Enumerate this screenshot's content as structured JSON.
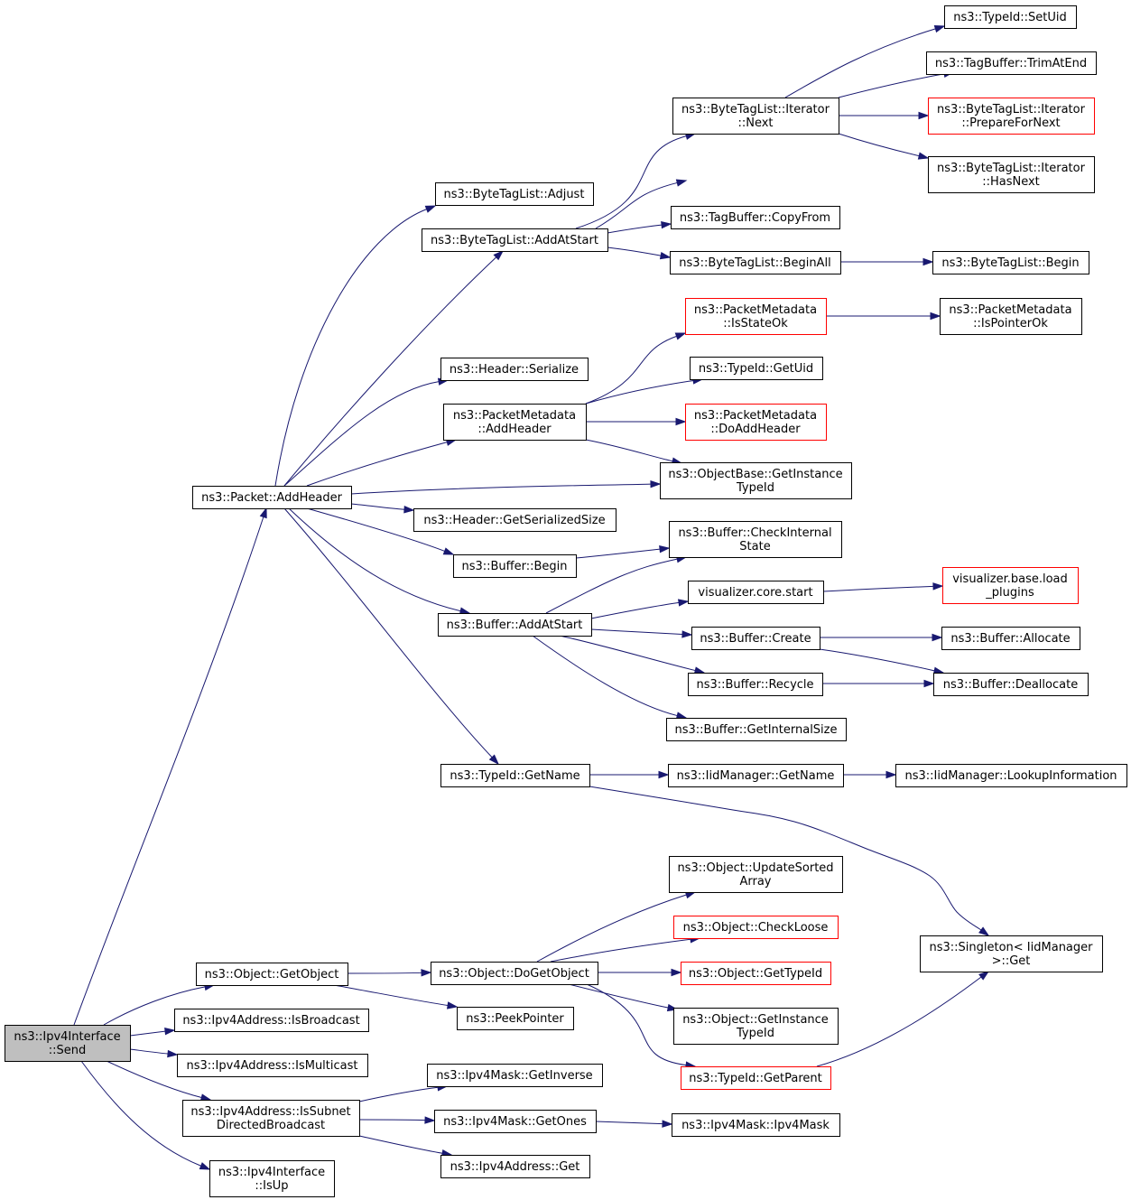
{
  "colors": {
    "edge": "#191970",
    "node_border": "#000000",
    "node_border_truncated": "#ff0000",
    "node_fill": "#ffffff",
    "root_fill": "#bfbfbf"
  },
  "nodes": {
    "send": {
      "lines": [
        "ns3::Ipv4Interface",
        "::Send"
      ],
      "root": true
    },
    "addheader": {
      "lines": [
        "ns3::Packet::AddHeader"
      ]
    },
    "getobject": {
      "lines": [
        "ns3::Object::GetObject"
      ]
    },
    "isbroadcast": {
      "lines": [
        "ns3::Ipv4Address::IsBroadcast"
      ]
    },
    "ismulticast": {
      "lines": [
        "ns3::Ipv4Address::IsMulticast"
      ]
    },
    "issubnet": {
      "lines": [
        "ns3::Ipv4Address::IsSubnet",
        "DirectedBroadcast"
      ]
    },
    "isup": {
      "lines": [
        "ns3::Ipv4Interface",
        "::IsUp"
      ]
    },
    "btl_adjust": {
      "lines": [
        "ns3::ByteTagList::Adjust"
      ]
    },
    "btl_addatstart": {
      "lines": [
        "ns3::ByteTagList::AddAtStart"
      ]
    },
    "hdr_serialize": {
      "lines": [
        "ns3::Header::Serialize"
      ]
    },
    "pm_addheader": {
      "lines": [
        "ns3::PacketMetadata",
        "::AddHeader"
      ]
    },
    "hdr_getsize": {
      "lines": [
        "ns3::Header::GetSerializedSize"
      ]
    },
    "buf_begin": {
      "lines": [
        "ns3::Buffer::Begin"
      ]
    },
    "buf_addatstart": {
      "lines": [
        "ns3::Buffer::AddAtStart"
      ]
    },
    "tid_getname": {
      "lines": [
        "ns3::TypeId::GetName"
      ]
    },
    "btli_next": {
      "lines": [
        "ns3::ByteTagList::Iterator",
        "::Next"
      ]
    },
    "tb_copyfrom": {
      "lines": [
        "ns3::TagBuffer::CopyFrom"
      ]
    },
    "btl_beginall": {
      "lines": [
        "ns3::ByteTagList::BeginAll"
      ]
    },
    "tid_setuid": {
      "lines": [
        "ns3::TypeId::SetUid"
      ]
    },
    "tb_trimatend": {
      "lines": [
        "ns3::TagBuffer::TrimAtEnd"
      ]
    },
    "btli_prepare": {
      "lines": [
        "ns3::ByteTagList::Iterator",
        "::PrepareForNext"
      ],
      "truncated": true
    },
    "btli_hasnext": {
      "lines": [
        "ns3::ByteTagList::Iterator",
        "::HasNext"
      ]
    },
    "btl_begin": {
      "lines": [
        "ns3::ByteTagList::Begin"
      ]
    },
    "pm_isstateok": {
      "lines": [
        "ns3::PacketMetadata",
        "::IsStateOk"
      ],
      "truncated": true
    },
    "tid_getuid": {
      "lines": [
        "ns3::TypeId::GetUid"
      ]
    },
    "pm_doaddheader": {
      "lines": [
        "ns3::PacketMetadata",
        "::DoAddHeader"
      ],
      "truncated": true
    },
    "ob_getinstance": {
      "lines": [
        "ns3::ObjectBase::GetInstance",
        "TypeId"
      ]
    },
    "pm_ispointerok": {
      "lines": [
        "ns3::PacketMetadata",
        "::IsPointerOk"
      ]
    },
    "buf_checkstate": {
      "lines": [
        "ns3::Buffer::CheckInternal",
        "State"
      ]
    },
    "viz_start": {
      "lines": [
        "visualizer.core.start"
      ]
    },
    "buf_create": {
      "lines": [
        "ns3::Buffer::Create"
      ]
    },
    "buf_recycle": {
      "lines": [
        "ns3::Buffer::Recycle"
      ]
    },
    "buf_getsize": {
      "lines": [
        "ns3::Buffer::GetInternalSize"
      ]
    },
    "viz_loadplugins": {
      "lines": [
        "visualizer.base.load",
        "_plugins"
      ],
      "truncated": true
    },
    "buf_allocate": {
      "lines": [
        "ns3::Buffer::Allocate"
      ]
    },
    "buf_deallocate": {
      "lines": [
        "ns3::Buffer::Deallocate"
      ]
    },
    "iid_getname": {
      "lines": [
        "ns3::IidManager::GetName"
      ]
    },
    "iid_lookup": {
      "lines": [
        "ns3::IidManager::LookupInformation"
      ]
    },
    "singleton_get": {
      "lines": [
        "ns3::Singleton< IidManager",
        " >::Get"
      ]
    },
    "obj_dogetobject": {
      "lines": [
        "ns3::Object::DoGetObject"
      ]
    },
    "peekpointer": {
      "lines": [
        "ns3::PeekPointer"
      ]
    },
    "obj_updatesorted": {
      "lines": [
        "ns3::Object::UpdateSorted",
        "Array"
      ]
    },
    "obj_checkloose": {
      "lines": [
        "ns3::Object::CheckLoose"
      ],
      "truncated": true
    },
    "obj_gettypeid": {
      "lines": [
        "ns3::Object::GetTypeId"
      ],
      "truncated": true
    },
    "obj_getinstance": {
      "lines": [
        "ns3::Object::GetInstance",
        "TypeId"
      ]
    },
    "tid_getparent": {
      "lines": [
        "ns3::TypeId::GetParent"
      ],
      "truncated": true
    },
    "mask_getinverse": {
      "lines": [
        "ns3::Ipv4Mask::GetInverse"
      ]
    },
    "mask_getones": {
      "lines": [
        "ns3::Ipv4Mask::GetOnes"
      ]
    },
    "addr_get": {
      "lines": [
        "ns3::Ipv4Address::Get"
      ]
    },
    "mask_ctor": {
      "lines": [
        "ns3::Ipv4Mask::Ipv4Mask"
      ]
    }
  },
  "edges": [
    [
      "send",
      "addheader"
    ],
    [
      "send",
      "getobject"
    ],
    [
      "send",
      "isbroadcast"
    ],
    [
      "send",
      "ismulticast"
    ],
    [
      "send",
      "issubnet"
    ],
    [
      "send",
      "isup"
    ],
    [
      "addheader",
      "btl_adjust"
    ],
    [
      "addheader",
      "btl_addatstart"
    ],
    [
      "addheader",
      "hdr_serialize"
    ],
    [
      "addheader",
      "pm_addheader"
    ],
    [
      "addheader",
      "ob_getinstance"
    ],
    [
      "addheader",
      "hdr_getsize"
    ],
    [
      "addheader",
      "buf_begin"
    ],
    [
      "addheader",
      "buf_addatstart"
    ],
    [
      "addheader",
      "tid_getname"
    ],
    [
      "btl_addatstart",
      "btli_next"
    ],
    [
      "btl_addatstart",
      "btli_hasnext"
    ],
    [
      "btl_addatstart",
      "tb_copyfrom"
    ],
    [
      "btl_addatstart",
      "btl_beginall"
    ],
    [
      "btli_next",
      "tid_setuid"
    ],
    [
      "btli_next",
      "tb_trimatend"
    ],
    [
      "btli_next",
      "btli_prepare"
    ],
    [
      "btli_next",
      "btli_hasnext"
    ],
    [
      "btl_beginall",
      "btl_begin"
    ],
    [
      "pm_addheader",
      "pm_isstateok"
    ],
    [
      "pm_addheader",
      "tid_getuid"
    ],
    [
      "pm_addheader",
      "pm_doaddheader"
    ],
    [
      "pm_addheader",
      "ob_getinstance"
    ],
    [
      "pm_isstateok",
      "pm_ispointerok"
    ],
    [
      "buf_begin",
      "buf_checkstate"
    ],
    [
      "buf_addatstart",
      "buf_checkstate"
    ],
    [
      "buf_addatstart",
      "viz_start"
    ],
    [
      "buf_addatstart",
      "buf_create"
    ],
    [
      "buf_addatstart",
      "buf_recycle"
    ],
    [
      "buf_addatstart",
      "buf_getsize"
    ],
    [
      "viz_start",
      "viz_loadplugins"
    ],
    [
      "buf_create",
      "buf_allocate"
    ],
    [
      "buf_create",
      "buf_deallocate"
    ],
    [
      "buf_recycle",
      "buf_deallocate"
    ],
    [
      "tid_getname",
      "iid_getname"
    ],
    [
      "tid_getname",
      "singleton_get"
    ],
    [
      "iid_getname",
      "iid_lookup"
    ],
    [
      "getobject",
      "obj_dogetobject"
    ],
    [
      "getobject",
      "peekpointer"
    ],
    [
      "obj_dogetobject",
      "obj_updatesorted"
    ],
    [
      "obj_dogetobject",
      "obj_checkloose"
    ],
    [
      "obj_dogetobject",
      "obj_gettypeid"
    ],
    [
      "obj_dogetobject",
      "obj_getinstance"
    ],
    [
      "obj_dogetobject",
      "tid_getparent"
    ],
    [
      "tid_getparent",
      "singleton_get"
    ],
    [
      "issubnet",
      "mask_getinverse"
    ],
    [
      "issubnet",
      "mask_getones"
    ],
    [
      "issubnet",
      "addr_get"
    ],
    [
      "mask_getones",
      "mask_ctor"
    ]
  ]
}
